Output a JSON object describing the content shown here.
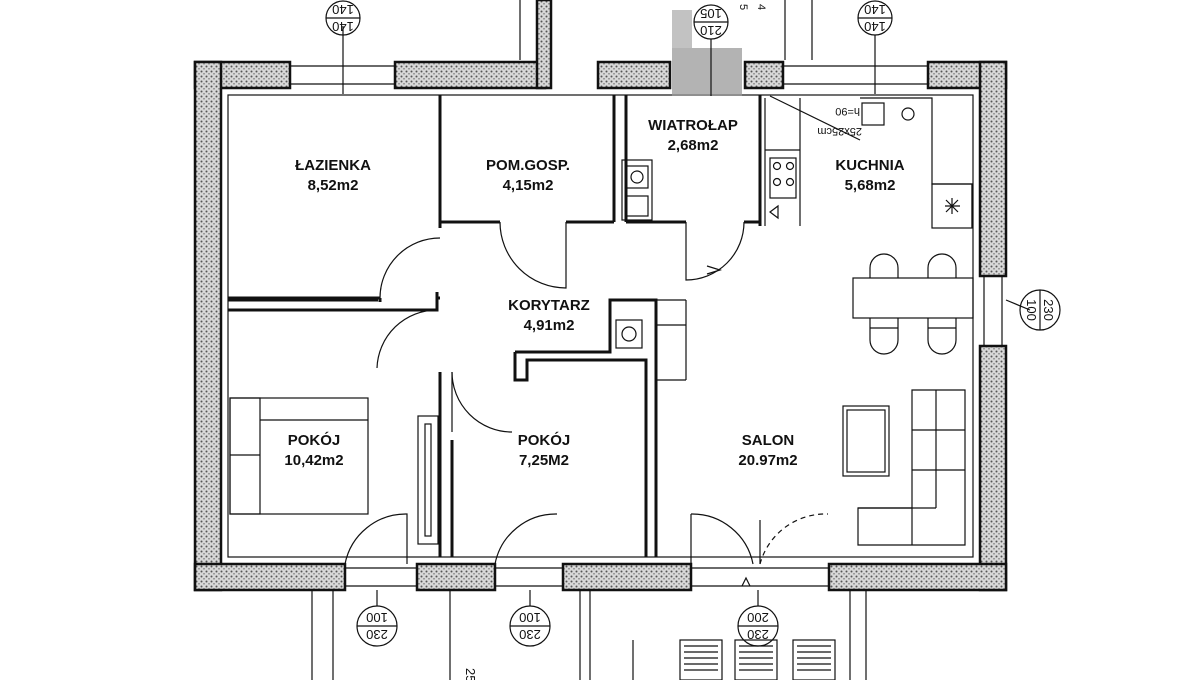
{
  "rooms": {
    "lazienka": {
      "name": "ŁAZIENKA",
      "area": "8,52m2"
    },
    "pom_gosp": {
      "name": "POM.GOSP.",
      "area": "4,15m2"
    },
    "wiatrolap": {
      "name": "WIATROŁAP",
      "area": "2,68m2"
    },
    "kuchnia": {
      "name": "KUCHNIA",
      "area": "5,68m2"
    },
    "korytarz": {
      "name": "KORYTARZ",
      "area": "4,91m2"
    },
    "pokoj_left": {
      "name": "POKÓJ",
      "area": "10,42m2"
    },
    "pokoj_mid": {
      "name": "POKÓJ",
      "area": "7,25M2"
    },
    "salon": {
      "name": "SALON",
      "area": "20.97m2"
    }
  },
  "windows": {
    "top_left": {
      "top": "140",
      "bottom": "140"
    },
    "top_mid": {
      "top": "210",
      "bottom": "105"
    },
    "top_right": {
      "top": "140",
      "bottom": "140"
    },
    "right": {
      "top": "230",
      "bottom": "100"
    },
    "bottom_1": {
      "top": "230",
      "bottom": "100"
    },
    "bottom_2": {
      "top": "230",
      "bottom": "100"
    },
    "bottom_3": {
      "top": "230",
      "bottom": "200"
    }
  },
  "notes": {
    "chimney_h": "h=90",
    "chimney_size": "25x25cm",
    "dim_bottom": "25",
    "top_tick": "5",
    "top_tick2": "4"
  },
  "colors": {
    "wall_hatch": "#6b6b6b",
    "line": "#111111",
    "grey_block": "#9a9a9a"
  }
}
